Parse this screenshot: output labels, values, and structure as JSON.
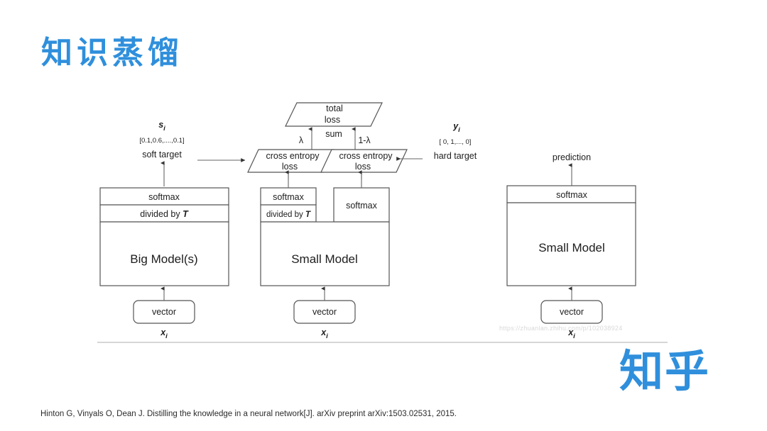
{
  "slide": {
    "title": "知识蒸馏",
    "brand_logo": "知乎",
    "brand_color": "#2f8fdc",
    "background_color": "#ffffff",
    "citation": "Hinton G, Vinyals O, Dean J. Distilling the knowledge in a neural network[J]. arXiv preprint arXiv:1503.02531, 2015.",
    "watermark": "https://zhuanlan.zhihu.com/p/102038924"
  },
  "figure": {
    "title": "Knowledge Distillation architecture",
    "loss": {
      "total_loss_line1": "total",
      "total_loss_line2": "loss",
      "sum_label": "sum",
      "lambda_left": "λ",
      "lambda_right": "1-λ",
      "cross_entropy_left_line1": "cross entropy",
      "cross_entropy_left_line2": "loss",
      "cross_entropy_right_line1": "cross entropy",
      "cross_entropy_right_line2": "loss"
    },
    "soft_target": {
      "symbol": "s",
      "symbol_sub": "i",
      "vector": "[0.1,0.6,....,0.1]",
      "label": "soft target"
    },
    "hard_target": {
      "symbol": "y",
      "symbol_sub": "i",
      "vector": "[ 0,  1,...,  0]",
      "label": "hard target"
    },
    "prediction_label": "prediction",
    "models": [
      {
        "name": "Big Model(s)",
        "heads": [
          {
            "rows": [
              "softmax",
              "divided by T"
            ]
          }
        ],
        "input_label": "vector",
        "input_symbol": "x",
        "input_symbol_sub": "i"
      },
      {
        "name": "Small Model",
        "heads": [
          {
            "rows": [
              "softmax",
              "divided by T"
            ]
          },
          {
            "rows": [
              "softmax"
            ]
          }
        ],
        "input_label": "vector",
        "input_symbol": "x",
        "input_symbol_sub": "i"
      },
      {
        "name": "Small Model",
        "heads": [
          {
            "rows": [
              "softmax"
            ]
          }
        ],
        "input_label": "vector",
        "input_symbol": "x",
        "input_symbol_sub": "i"
      }
    ]
  }
}
